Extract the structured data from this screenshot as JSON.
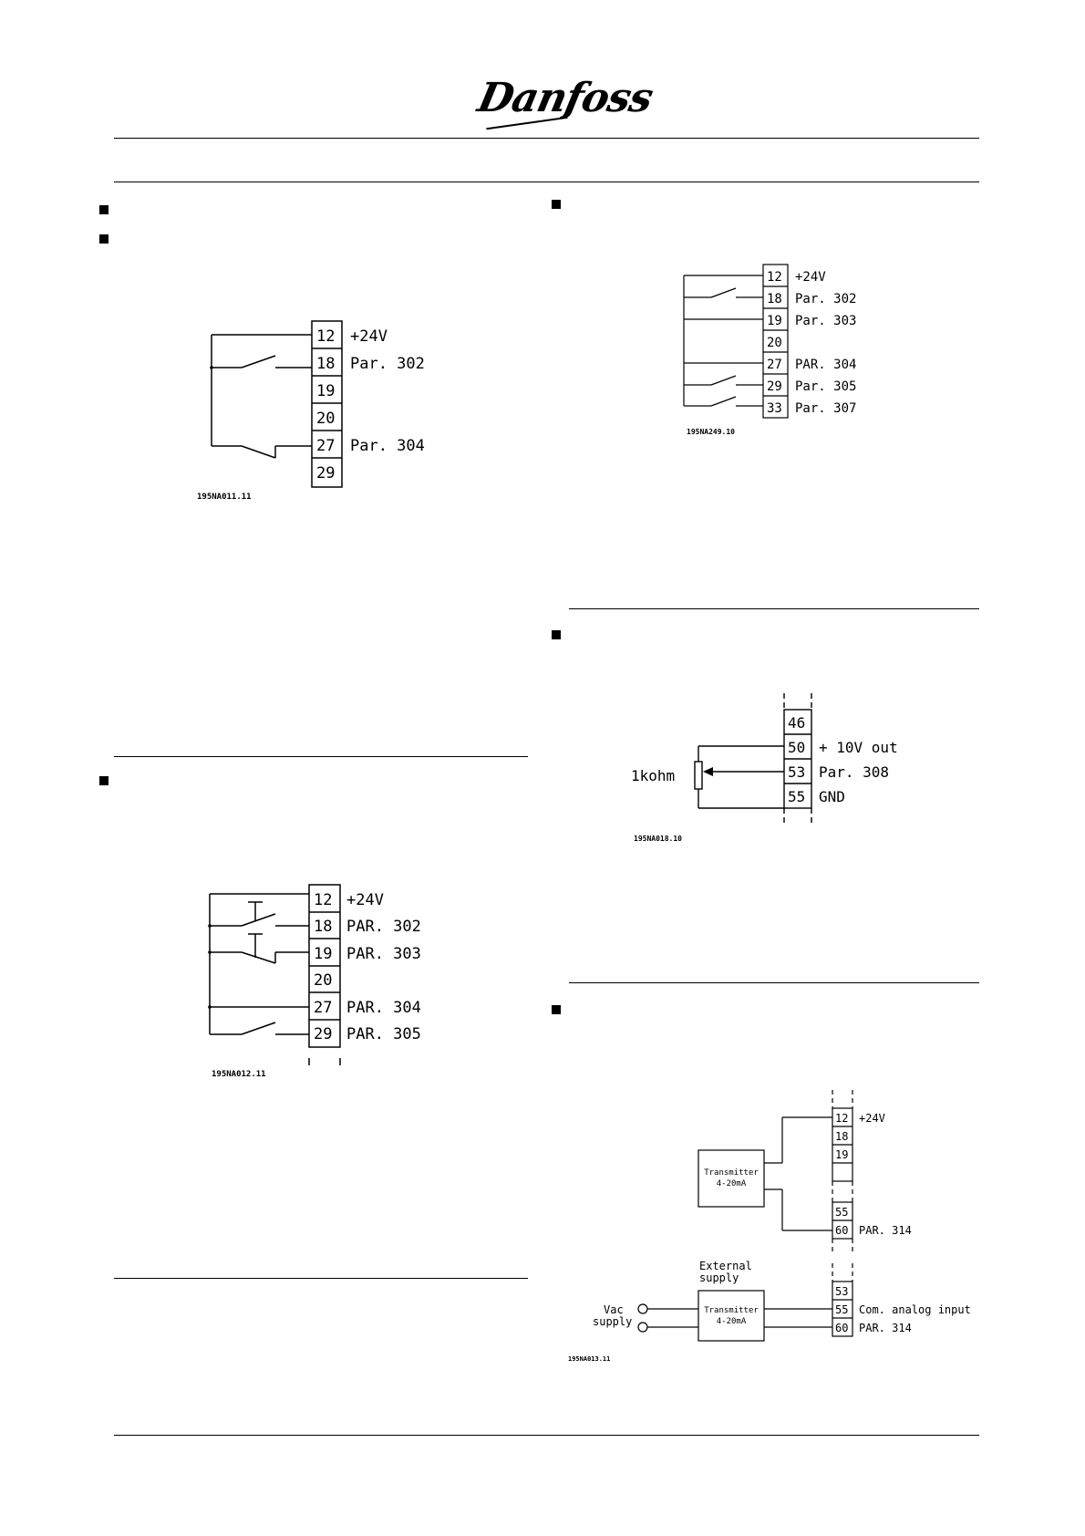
{
  "header": {
    "logo_text": "Danfoss"
  },
  "diagram_a": {
    "terminals": [
      "12",
      "18",
      "19",
      "20",
      "27",
      "29"
    ],
    "labels": {
      "t12": "+24V",
      "t18": "Par. 302",
      "t27": "Par. 304"
    },
    "code": "195NA011.11"
  },
  "diagram_b": {
    "terminals": [
      "12",
      "18",
      "19",
      "20",
      "27",
      "29",
      "33"
    ],
    "labels": {
      "t12": "+24V",
      "t18": "Par. 302",
      "t19": "Par. 303",
      "t27": "PAR. 304",
      "t29": "Par. 305",
      "t33": "Par. 307"
    },
    "code": "195NA249.10"
  },
  "diagram_c": {
    "terminals": [
      "12",
      "18",
      "19",
      "20",
      "27",
      "29"
    ],
    "labels": {
      "t12": "+24V",
      "t18": "PAR. 302",
      "t19": "PAR. 303",
      "t27": "PAR. 304",
      "t29": "PAR. 305"
    },
    "code": "195NA012.11"
  },
  "diagram_d": {
    "terminals": [
      "46",
      "50",
      "53",
      "55"
    ],
    "labels": {
      "t50": "+ 10V out",
      "t53": "Par. 308",
      "t55": "GND",
      "resistor": "1kohm"
    },
    "code": "195NA018.10"
  },
  "diagram_e": {
    "top_terminals": [
      "12",
      "18",
      "19",
      "55",
      "60"
    ],
    "bottom_terminals": [
      "53",
      "55",
      "60"
    ],
    "labels": {
      "t12": "+24V",
      "t60_top": "PAR. 314",
      "t55_bottom": "Com. analog input",
      "t60_bottom": "PAR. 314",
      "transmitter_line1": "Transmitter",
      "transmitter_line2": "4-20mA",
      "external_line1": "External",
      "external_line2": "supply",
      "vac_line1": "Vac",
      "vac_line2": "supply"
    },
    "code": "195NA013.11"
  }
}
